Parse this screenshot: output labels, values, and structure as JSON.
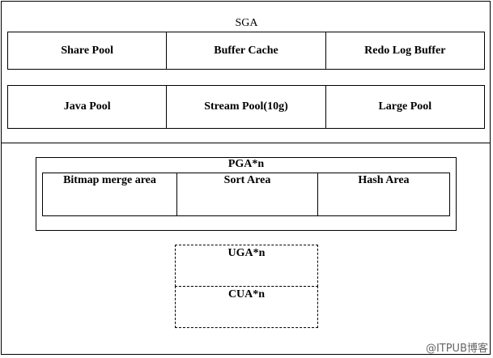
{
  "sga": {
    "title": "SGA",
    "row1": [
      "Share Pool",
      "Buffer Cache",
      "Redo Log Buffer"
    ],
    "row2": [
      "Java Pool",
      "Stream Pool(10g)",
      "Large Pool"
    ]
  },
  "pga": {
    "title": "PGA*n",
    "areas": [
      "Bitmap merge area",
      "Sort Area",
      "Hash Area"
    ]
  },
  "uga": {
    "label": "UGA*n"
  },
  "cua": {
    "label": "CUA*n"
  },
  "watermark": "@ITPUB博客"
}
